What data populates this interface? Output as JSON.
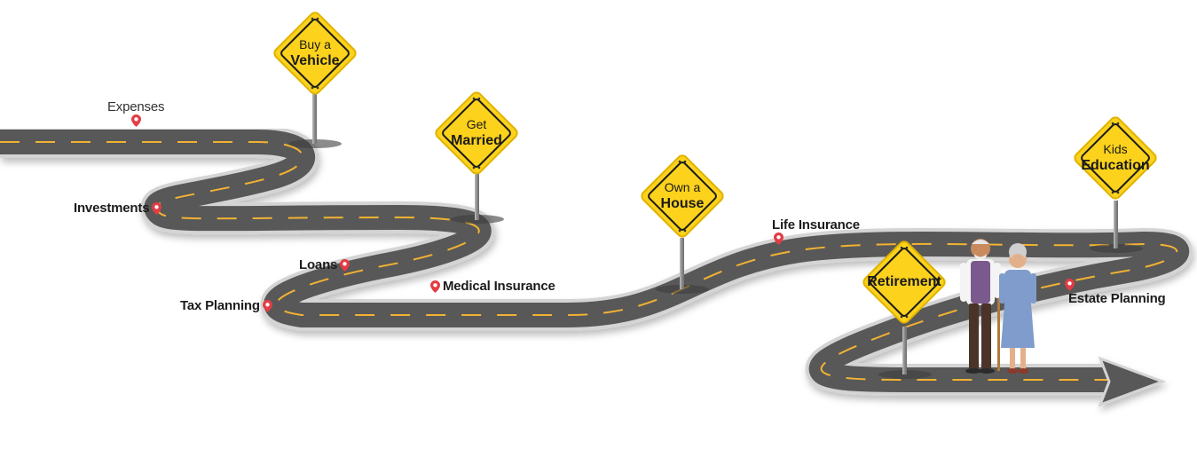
{
  "signs": [
    {
      "id": "vehicle",
      "line1": "Buy a",
      "line2": "Vehicle"
    },
    {
      "id": "married",
      "line1": "Get",
      "line2": "Married"
    },
    {
      "id": "house",
      "line1": "Own a",
      "line2": "House"
    },
    {
      "id": "retirement",
      "line1": "",
      "line2": "Retirement"
    },
    {
      "id": "education",
      "line1": "Kids",
      "line2": "Education"
    }
  ],
  "milestones": [
    {
      "id": "expenses",
      "label": "Expenses"
    },
    {
      "id": "investments",
      "label": "Investments"
    },
    {
      "id": "loans",
      "label": "Loans"
    },
    {
      "id": "tax-planning",
      "label": "Tax Planning"
    },
    {
      "id": "medical-insurance",
      "label": "Medical Insurance"
    },
    {
      "id": "life-insurance",
      "label": "Life Insurance"
    },
    {
      "id": "estate-planning",
      "label": "Estate Planning"
    }
  ],
  "colors": {
    "road": "#5a5a5a",
    "road_edge": "#d9d9d9",
    "lane_mark": "#f2b233",
    "sign_fill": "#fcd21c",
    "sign_border": "#1b1b1b",
    "pin": "#e33c44"
  },
  "icons": {
    "pin": "map-pin-icon",
    "couple": "elderly-couple-illustration"
  }
}
